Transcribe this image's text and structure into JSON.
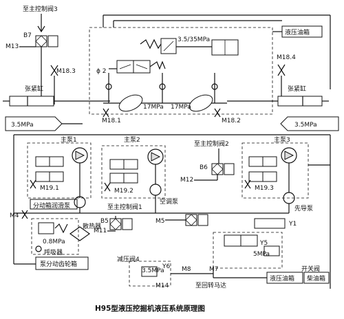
{
  "caption": "H95型液压挖掘机液压系统原理图",
  "labels": {
    "to_main_valve_3_top": "至主控制阀3",
    "b7": "B7",
    "m13": "M13",
    "m18_3": "M18.3",
    "tension_cyl_left": "张紧缸",
    "p_3_5_left": "3.5MPa",
    "relief_35": "3.5/35MPa",
    "phi2": "ϕ 2",
    "p17_left": "17MPa",
    "p17_right": "17MPa",
    "m18_1": "M18.1",
    "m18_2": "M18.2",
    "oil_tank_top": "液压油箱",
    "m18_4": "M18.4",
    "tension_cyl_right": "张紧缸",
    "p_3_5_right": "3.5MPa",
    "pump1": "主泵1",
    "pump2": "主泵2",
    "pump3": "主泵3",
    "to_main_valve_2": "至主控制阀2",
    "b6": "B6",
    "m12": "M12",
    "m19_1": "M19.1",
    "m19_2": "M19.2",
    "m19_3": "M19.3",
    "ac_pump": "空调泵",
    "pilot_pump": "先导泵",
    "gearbox_lube_pump": "分动箱润滑泵",
    "m4": "M4",
    "to_main_valve_1": "至主控制阀1",
    "b5": "B5",
    "m11": "M11",
    "m5": "M5",
    "p08": "0.8MPa",
    "breather": "呼吸器",
    "radiator": "散热器",
    "gearbox_pump": "泵分动齿轮箱",
    "y5": "Y5",
    "y1": "Y1",
    "p5": "5MPa",
    "relief_valve_4": "减压阀4",
    "p_3_5_mid": "3.5MPa",
    "y6": "Y6",
    "m8": "M8",
    "m7": "M7",
    "m14": "M14",
    "to_swing_motor": "至回转马达",
    "switch_valve": "开关阀",
    "oil_tank_bottom": "液压油箱",
    "fuel_tank": "柴油箱"
  }
}
